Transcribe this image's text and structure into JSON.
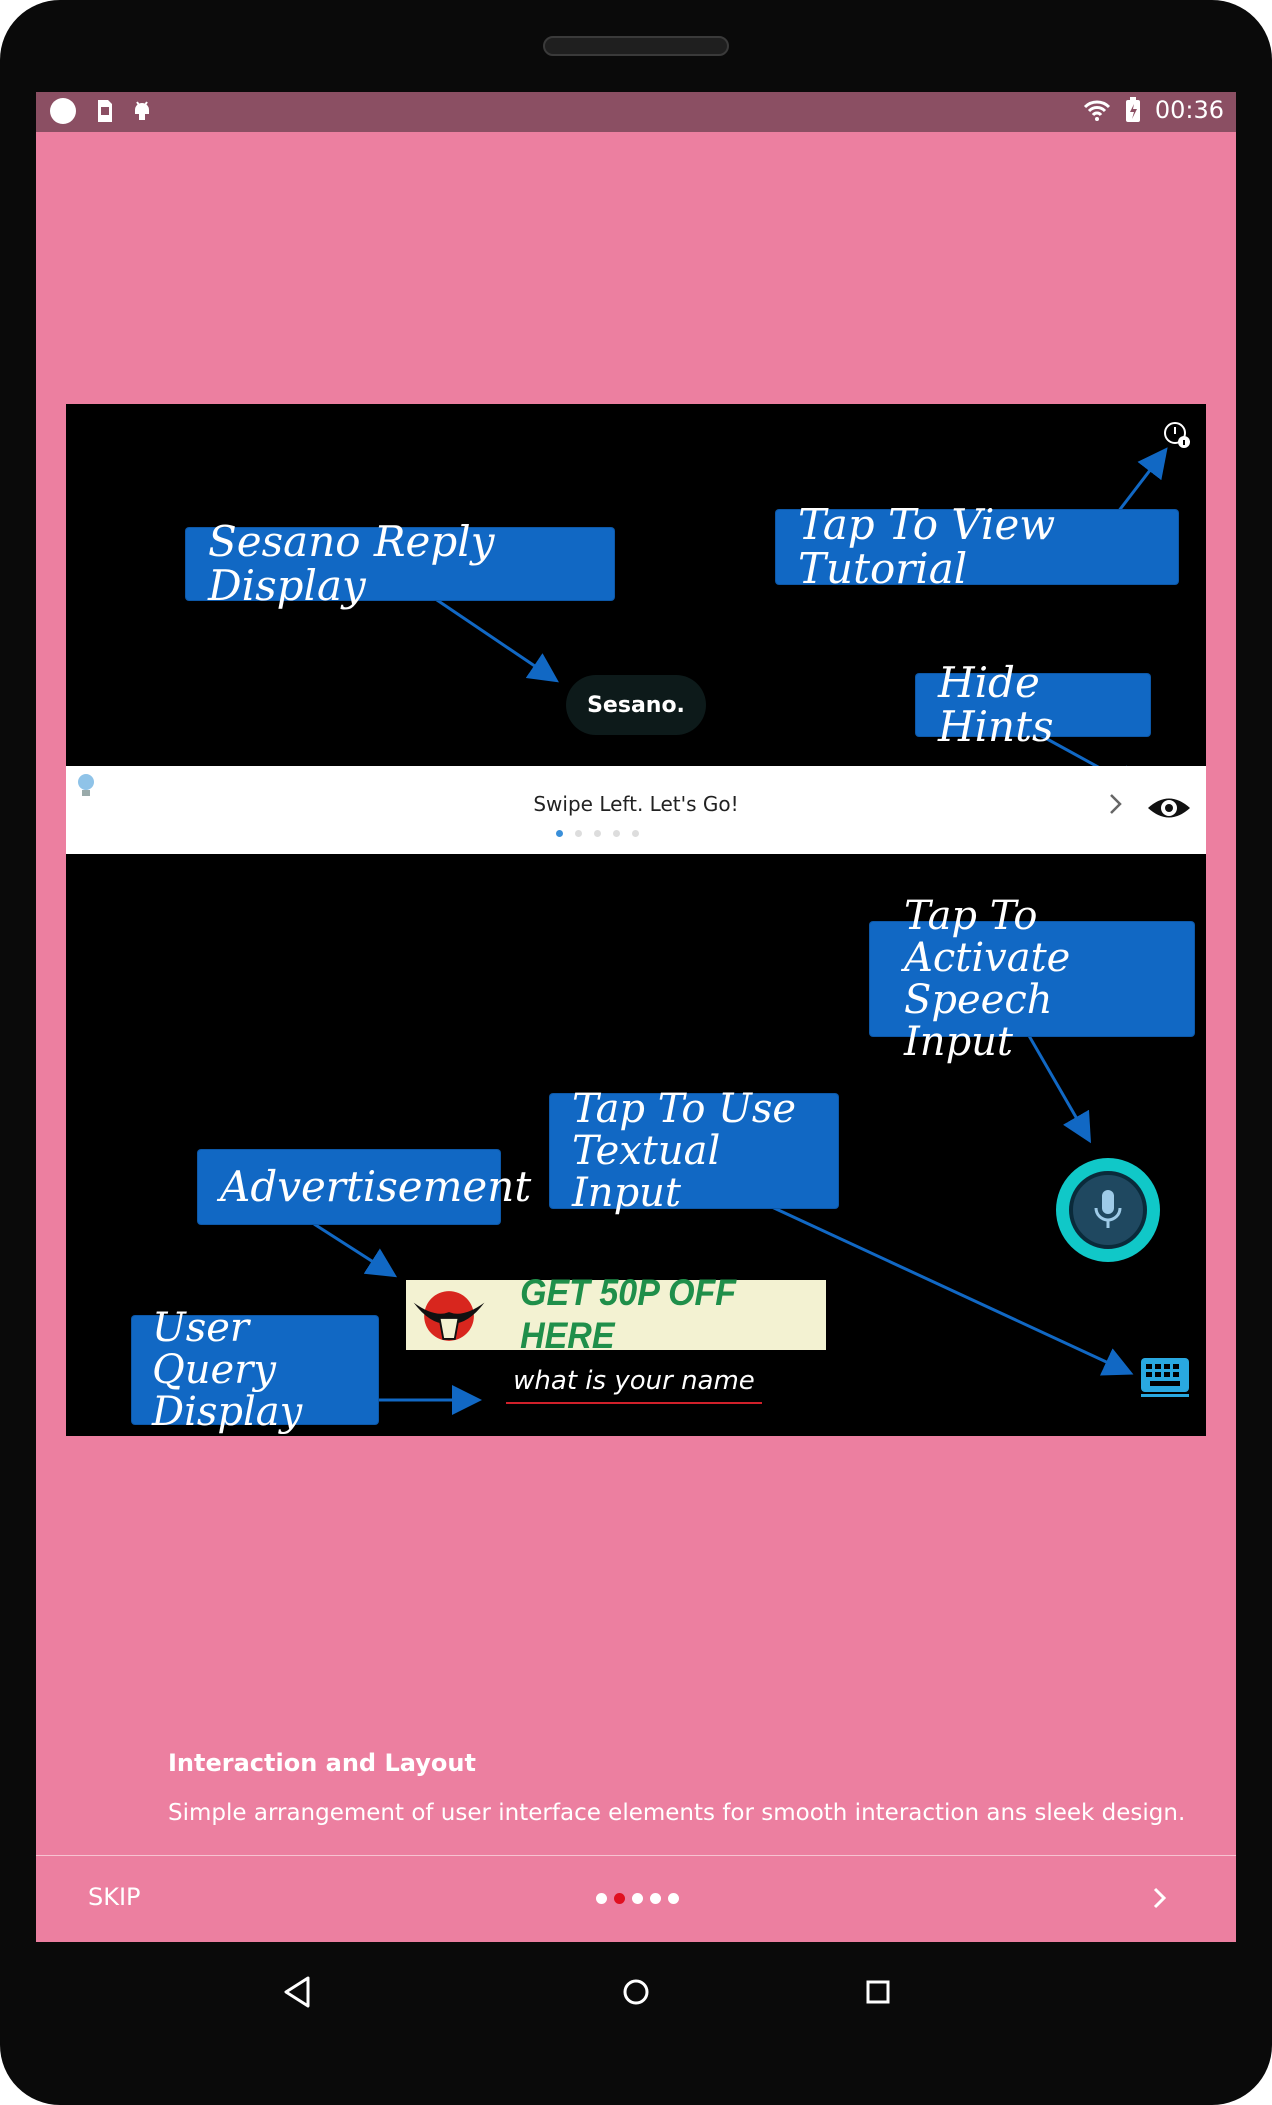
{
  "status_bar": {
    "time": "00:36"
  },
  "tutorial": {
    "callouts": {
      "reply_display": [
        "Sesano Reply Display"
      ],
      "view_tutorial": [
        "Tap To View Tutorial"
      ],
      "hide_hints": [
        "Hide Hints"
      ],
      "speech_input": [
        "Tap To Activate",
        "Speech Input"
      ],
      "textual_input": [
        "Tap To Use",
        "Textual Input"
      ],
      "advertisement": [
        "Advertisement"
      ],
      "user_query": [
        "User Query",
        "Display"
      ]
    },
    "reply_bubble": "Sesano.",
    "hint_text": "Swipe Left. Let's Go!",
    "ad_text": "GET 50P OFF HERE",
    "query_text": "what is your name"
  },
  "slide": {
    "title": "Interaction and Layout",
    "description": "Simple arrangement of user interface elements for smooth interaction ans sleek design."
  },
  "footer": {
    "skip_label": "SKIP",
    "current_page": 2,
    "total_pages": 5
  },
  "colors": {
    "background": "#ec7fa0",
    "callout": "#1168c4",
    "active_dot": "#e01020"
  }
}
